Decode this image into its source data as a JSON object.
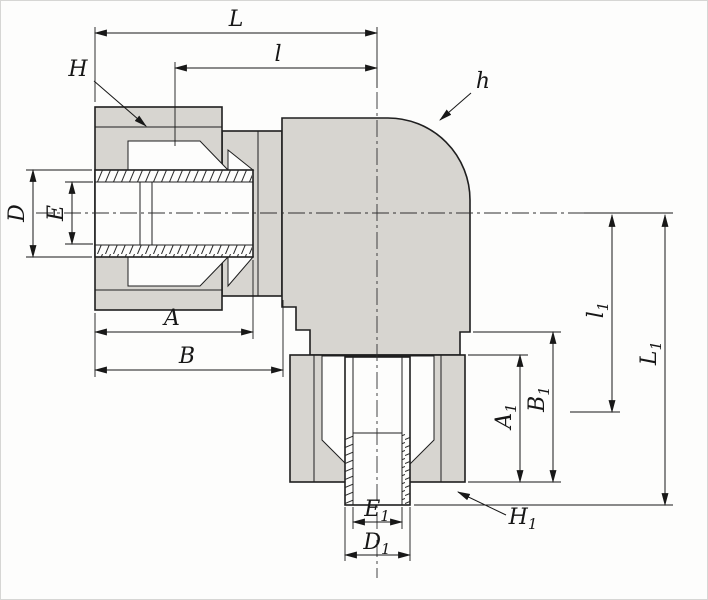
{
  "description": "Sectioned engineering drawing of a 90-degree elbow compression tube fitting with dimension callouts",
  "colors": {
    "metal": "#d7d5d0",
    "line": "#1f1f1f",
    "dimension": "#181818",
    "background": "#fdfdfc"
  },
  "labels": {
    "L": "L",
    "l": "l",
    "H": "H",
    "h": "h",
    "D": "D",
    "E": "E",
    "A": "A",
    "B": "B",
    "A1": {
      "base": "A",
      "sub": "1",
      "text": "A₁"
    },
    "B1": {
      "base": "B",
      "sub": "1",
      "text": "B₁"
    },
    "l1": {
      "base": "l",
      "sub": "1",
      "text": "l₁"
    },
    "L1": {
      "base": "L",
      "sub": "1",
      "text": "L₁"
    },
    "E1": {
      "base": "E",
      "sub": "1",
      "text": "E₁"
    },
    "D1": {
      "base": "D",
      "sub": "1",
      "text": "D₁"
    },
    "H1": {
      "base": "H",
      "sub": "1",
      "text": "H₁"
    }
  }
}
